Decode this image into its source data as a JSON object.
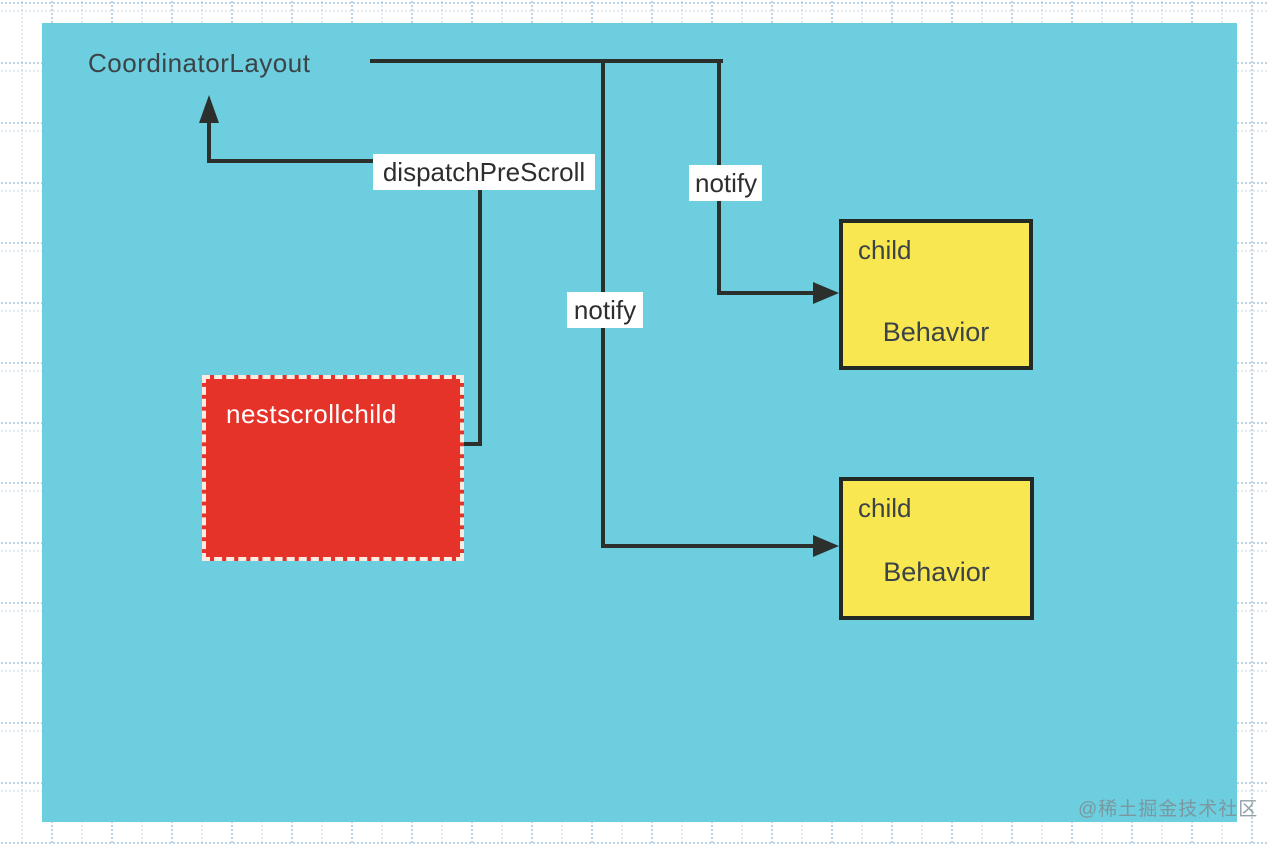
{
  "diagram": {
    "coordinator_label": "CoordinatorLayout",
    "edge_labels": {
      "dispatch_pre_scroll": "dispatchPreScroll",
      "notify_top": "notify",
      "notify_mid": "notify"
    },
    "nest_scroll_child": {
      "label": "nestscrollchild"
    },
    "behavior_boxes": [
      {
        "title": "child",
        "subtitle": "Behavior"
      },
      {
        "title": "child",
        "subtitle": "Behavior"
      }
    ],
    "watermark": "@稀土掘金技术社区",
    "colors": {
      "canvas": "#6CCEDE",
      "nest_scroll_child_fill": "#E5332A",
      "behavior_fill": "#F8E750",
      "connector": "#2B302C",
      "label_bg": "#FFFFFF",
      "text_dark": "#3C4347",
      "watermark_text": "#7E8F97"
    }
  }
}
